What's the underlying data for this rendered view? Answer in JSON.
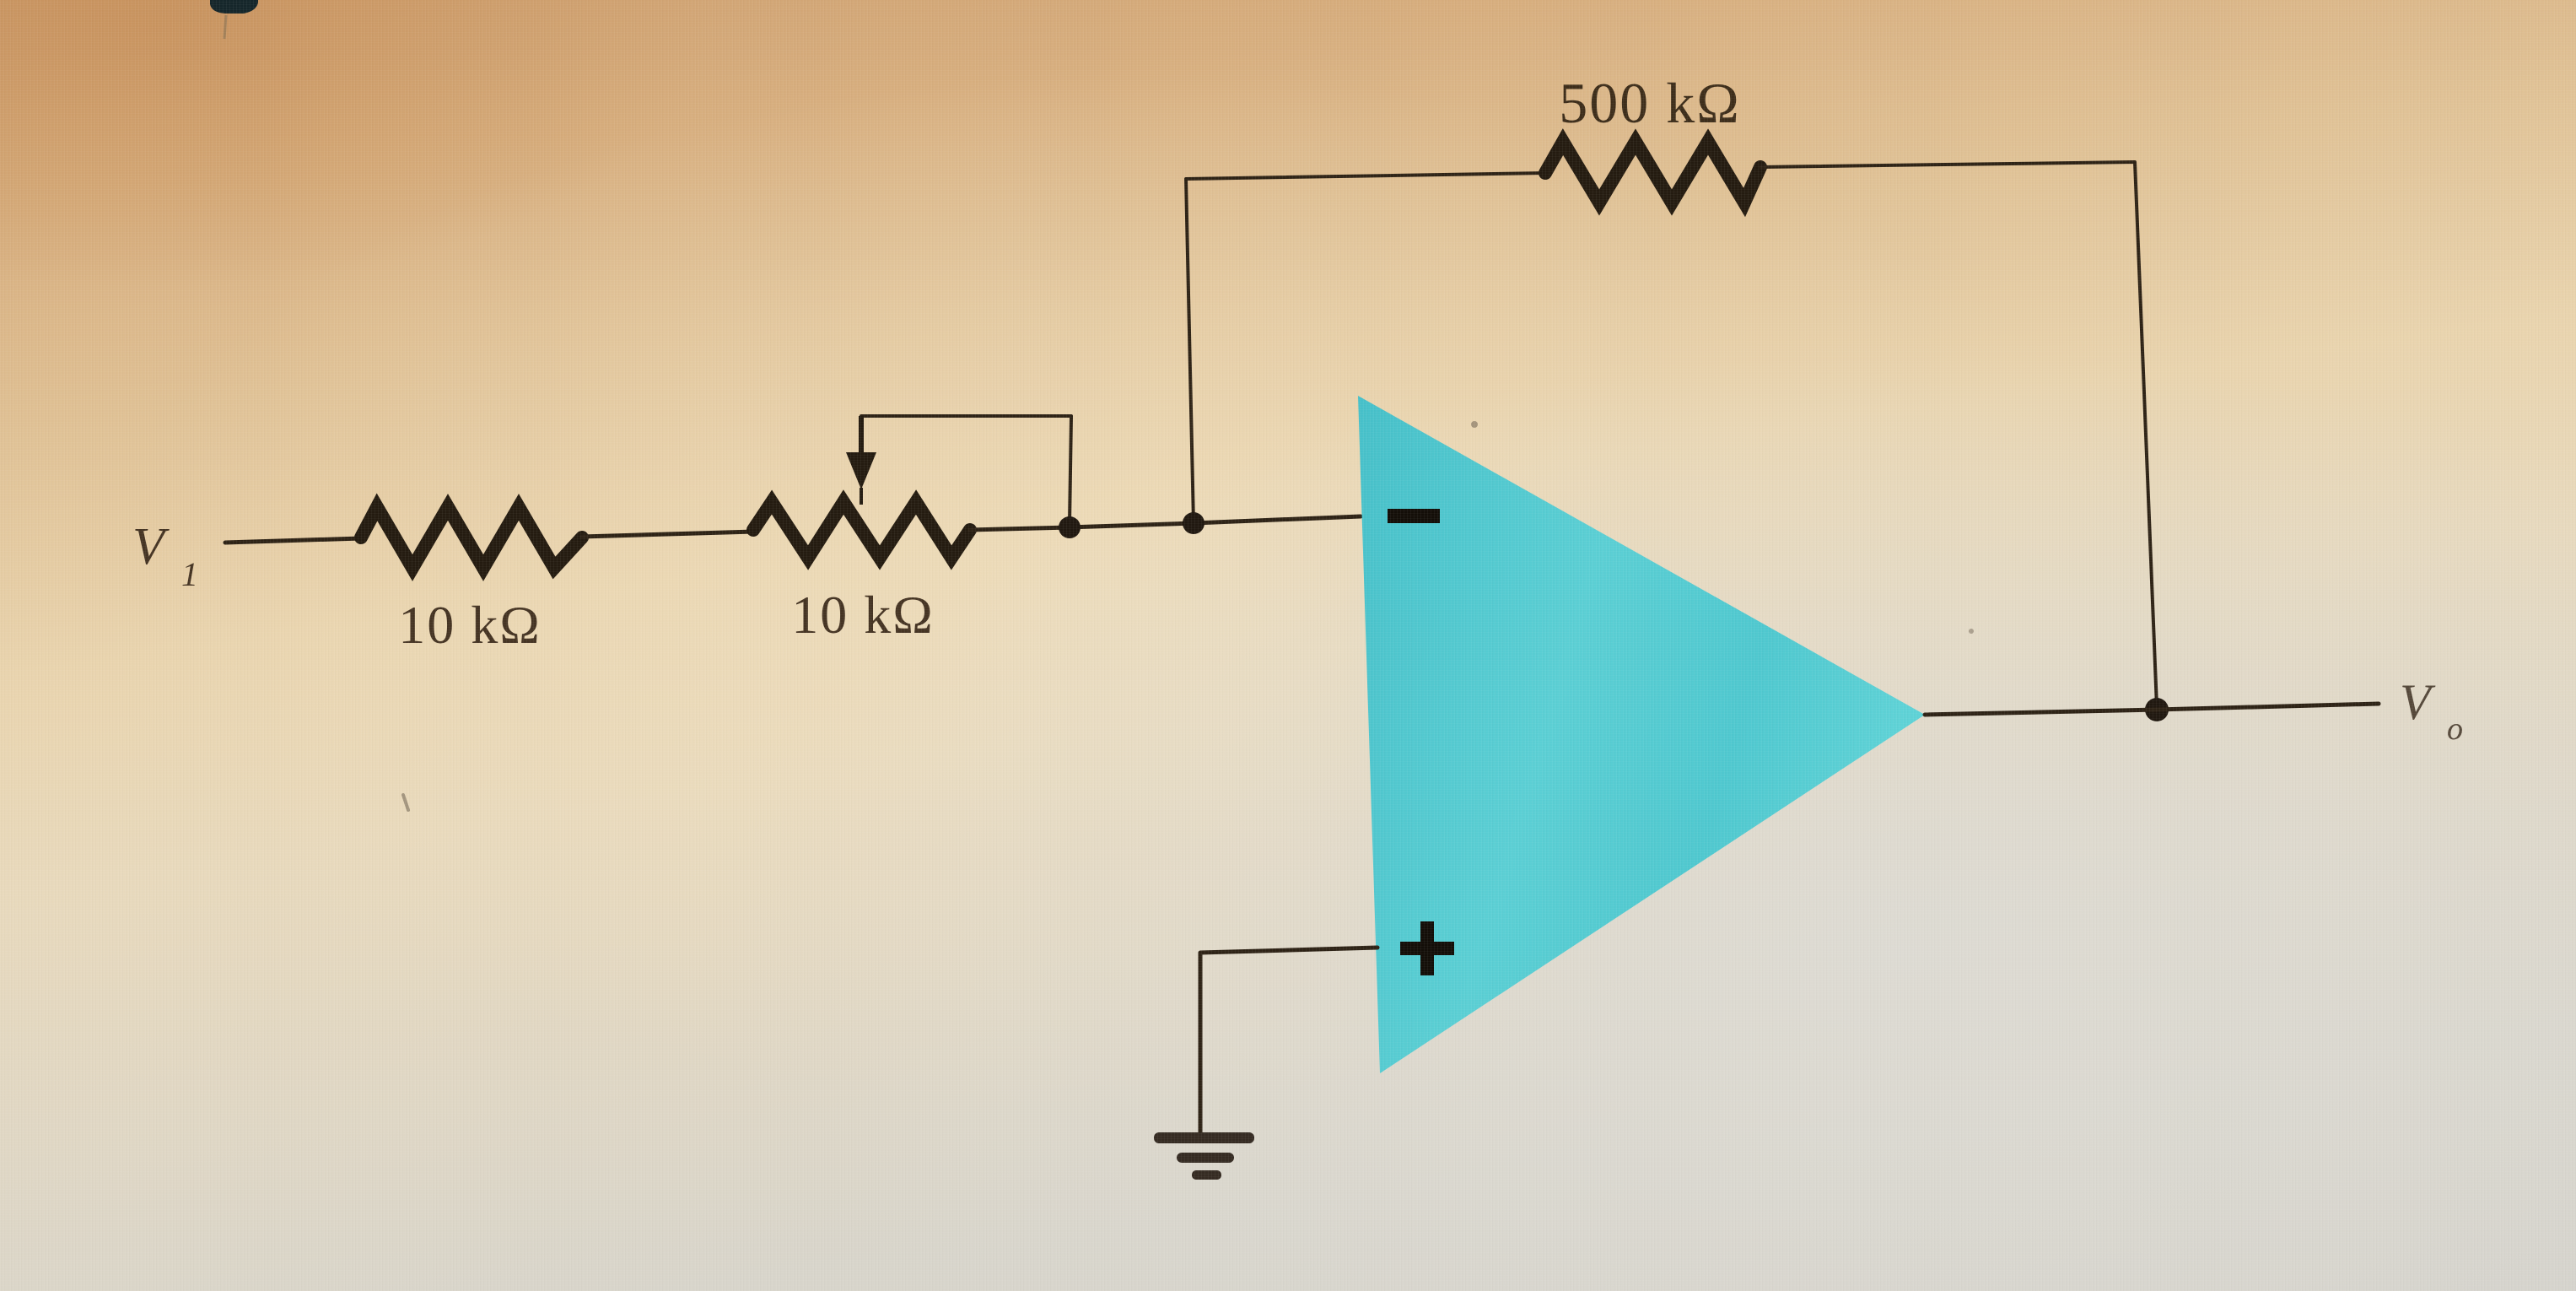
{
  "figure": {
    "kind": "op-amp-schematic",
    "description": "Photographed schematic of an inverting op-amp circuit with series input resistor, rheostat and feedback resistor",
    "input_source": {
      "label": "V",
      "subscript": "1"
    },
    "output": {
      "label": "V",
      "subscript": "o"
    },
    "components": {
      "input_resistor": {
        "value": "10 kΩ",
        "type": "resistor"
      },
      "potentiometer": {
        "value": "10 kΩ",
        "type": "rheostat-with-wiper-arrow"
      },
      "feedback_resistor": {
        "value": "500 kΩ",
        "type": "resistor"
      }
    },
    "opamp": {
      "inverting_input_symbol": "−",
      "noninverting_input_symbol": "+",
      "fill_color": "#4ec6ce"
    },
    "ground": {
      "type": "earth-ground",
      "bars": 3
    },
    "colors": {
      "wire": "#2d2215",
      "text": "#453423",
      "background_top": "#cd9e6e",
      "background_middle": "#e9d6b4",
      "background_bottom_right": "#d4d2cb",
      "stray_mark": "#15262a"
    }
  }
}
